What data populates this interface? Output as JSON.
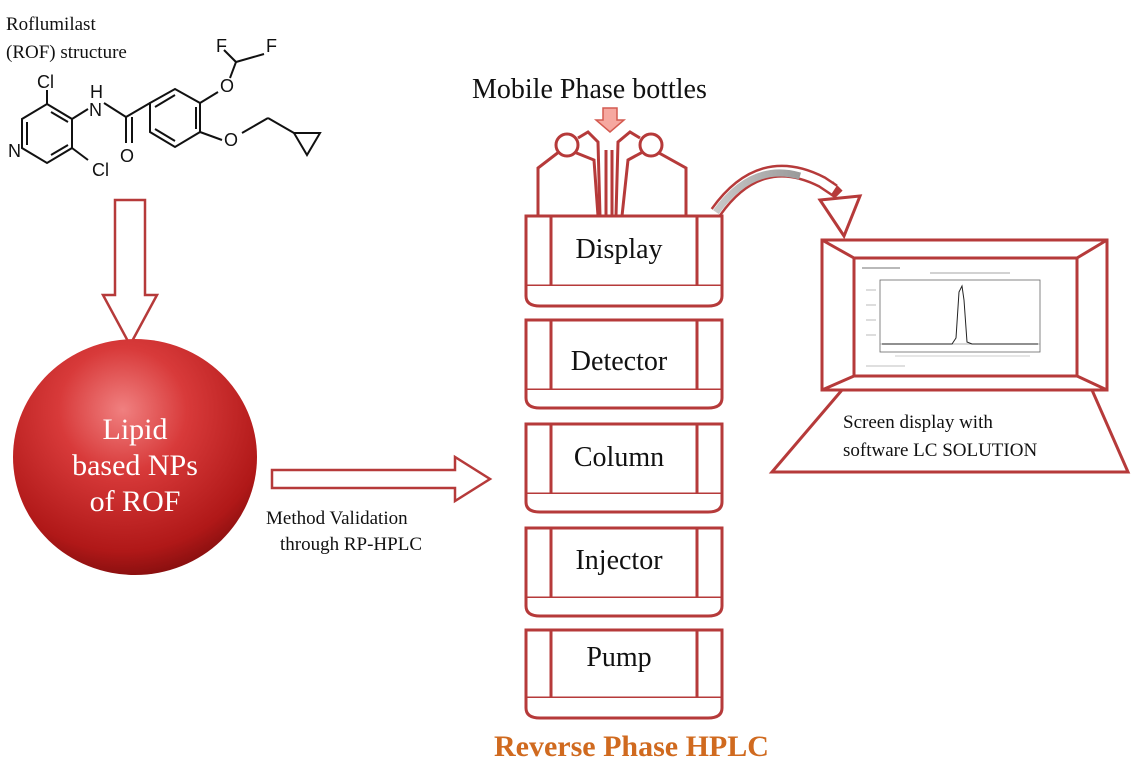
{
  "rof": {
    "caption_line1": "Roflumilast",
    "caption_line2": "(ROF) structure"
  },
  "atoms": {
    "f1": "F",
    "f2": "F",
    "o1": "O",
    "o2": "O",
    "o3": "O",
    "n_amide": "N",
    "h_amide": "H",
    "n_ring": "N",
    "cl1": "Cl",
    "cl2": "Cl"
  },
  "nps": {
    "line1": "Lipid",
    "line2": "based NPs",
    "line3": "of ROF"
  },
  "validation": {
    "line1": "Method Validation",
    "line2": "through RP-HPLC"
  },
  "bottles_label": "Mobile Phase bottles",
  "modules": [
    "Display",
    "Detector",
    "Column",
    "Injector",
    "Pump"
  ],
  "screen_label": {
    "line1": "Screen display with",
    "line2": "software LC SOLUTION"
  },
  "hplc_title": "Reverse Phase HPLC",
  "colors": {
    "outline": "#b63a3a",
    "arrow_fill": "#f6a8a0",
    "sphere": "#c1272d",
    "title": "#d06a1f"
  }
}
